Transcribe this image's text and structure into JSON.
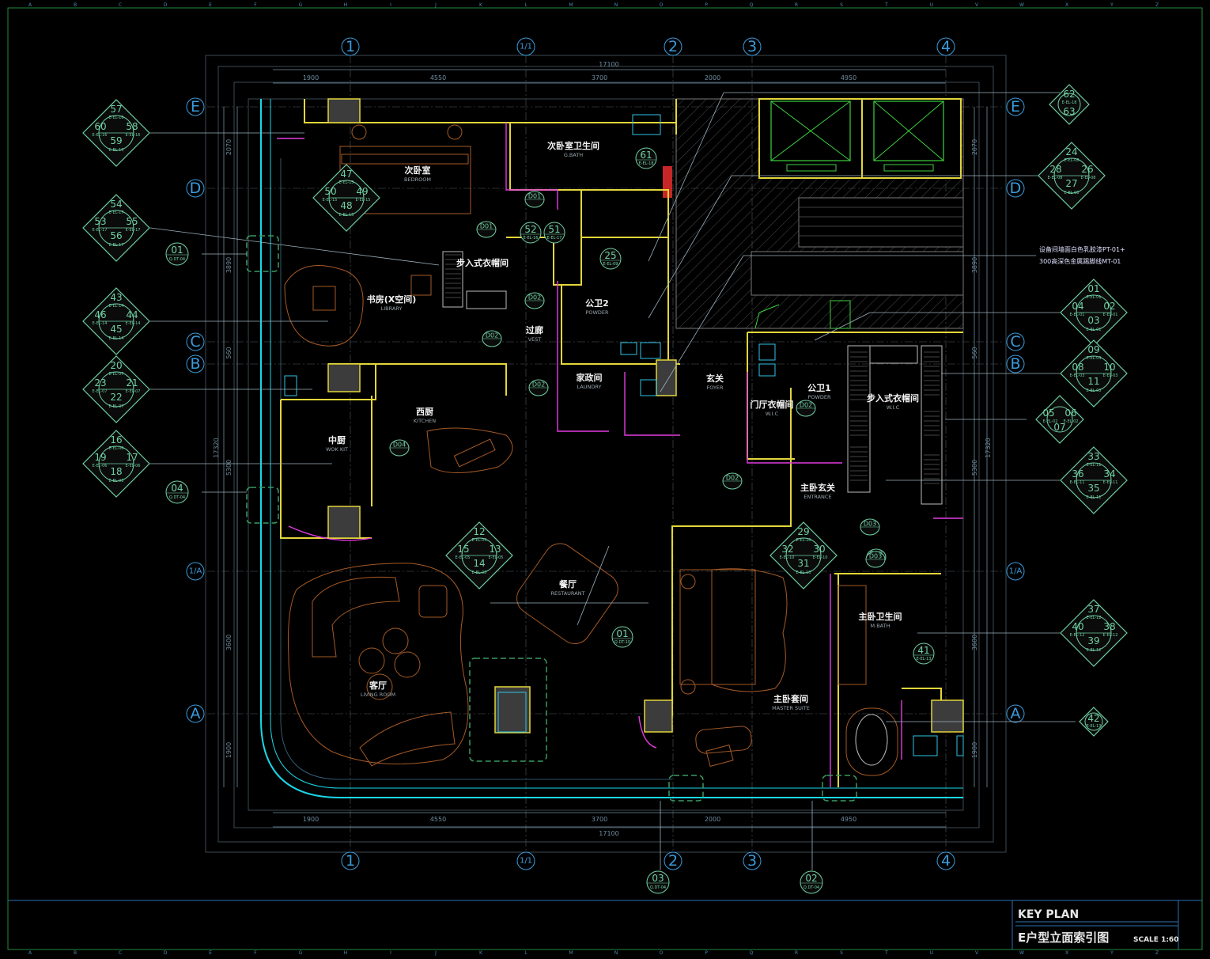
{
  "drawing": {
    "title": "KEY PLAN",
    "subtitle": "E户型立面索引图",
    "scale": "SCALE 1:60"
  },
  "grid": {
    "columns": [
      "1",
      "1/1",
      "2",
      "3",
      "4"
    ],
    "rows": [
      "E",
      "D",
      "C",
      "B",
      "1/A",
      "A"
    ]
  },
  "dimensions": {
    "overall": "17100",
    "overall_vertical": "17320",
    "horizontal": [
      "1900",
      "4550",
      "3700",
      "2000",
      "4950"
    ],
    "vertical_left": [
      "2070",
      "3890",
      "560",
      "5300",
      "3600",
      "1900"
    ],
    "vertical_right": [
      "2070",
      "3890",
      "560",
      "5300",
      "3600",
      "1900"
    ]
  },
  "rooms": [
    {
      "cn": "次卧室卫生间",
      "en": "G.BATH"
    },
    {
      "cn": "次卧室",
      "en": "BEDROOM"
    },
    {
      "cn": "步入式衣帽间",
      "en": ""
    },
    {
      "cn": "书房(X空间)",
      "en": "LIBRARY"
    },
    {
      "cn": "过廊",
      "en": "VEST"
    },
    {
      "cn": "公卫2",
      "en": "POWDER"
    },
    {
      "cn": "家政间",
      "en": "LAUNDRY"
    },
    {
      "cn": "西厨",
      "en": "KITCHEN"
    },
    {
      "cn": "中厨",
      "en": "WOK KIT"
    },
    {
      "cn": "玄关",
      "en": "FOYER"
    },
    {
      "cn": "门厅衣帽间",
      "en": "W.I.C"
    },
    {
      "cn": "公卫1",
      "en": "POWDER"
    },
    {
      "cn": "步入式衣帽间",
      "en": "W.I.C"
    },
    {
      "cn": "主卧玄关",
      "en": "ENTRANCE"
    },
    {
      "cn": "餐厅",
      "en": "RESTAURANT"
    },
    {
      "cn": "主卧卫生间",
      "en": "M.BATH"
    },
    {
      "cn": "客厅",
      "en": "LIVING ROOM"
    },
    {
      "cn": "主卧套间",
      "en": "MASTER SUITE"
    }
  ],
  "note": {
    "line1": "设备间墙面白色乳胶漆PT-01+",
    "line2": "300高深色金属踢脚线MT-01"
  },
  "index_tags": [
    {
      "nums": [
        "57",
        "60",
        "58",
        "59"
      ],
      "ref": "E-EL-16"
    },
    {
      "nums": [
        "54",
        "53",
        "55",
        "56"
      ],
      "ref": "E-EL-17"
    },
    {
      "nums": [
        "43",
        "46",
        "44",
        "45"
      ],
      "ref": "E-EL-14"
    },
    {
      "nums": [
        "20",
        "23",
        "21",
        "22"
      ],
      "ref": "E-EL-07"
    },
    {
      "nums": [
        "16",
        "19",
        "17",
        "18"
      ],
      "ref": "E-EL-06"
    },
    {
      "nums": [
        "47",
        "50",
        "49",
        "48"
      ],
      "ref": "E-EL-15"
    },
    {
      "nums": [
        "12",
        "15",
        "13",
        "14"
      ],
      "ref": "E-EL-05"
    },
    {
      "nums": [
        "29",
        "32",
        "30",
        "31"
      ],
      "ref": "E-EL-10"
    },
    {
      "nums": [
        "62",
        "63"
      ],
      "ref": "E-EL-18"
    },
    {
      "nums": [
        "24",
        "28",
        "26",
        "27"
      ],
      "ref": "E-EL-08"
    },
    {
      "nums": [
        "01",
        "04",
        "02",
        "03"
      ],
      "ref": "E-EL-01"
    },
    {
      "nums": [
        "09",
        "08",
        "10",
        "11"
      ],
      "ref": "E-EL-03"
    },
    {
      "nums": [
        "05",
        "06",
        "07"
      ],
      "ref": "E-EL-02"
    },
    {
      "nums": [
        "33",
        "36",
        "34",
        "35"
      ],
      "ref": "E-EL-11"
    },
    {
      "nums": [
        "37",
        "40",
        "38",
        "39"
      ],
      "ref": "E-EL-12"
    },
    {
      "nums": [
        "42"
      ],
      "ref": "E-EL-13"
    }
  ],
  "single_tags": [
    {
      "num": "61",
      "ref": "E-EL-18"
    },
    {
      "num": "52",
      "ref": "E-EL-16"
    },
    {
      "num": "51",
      "ref": "E-EL-17"
    },
    {
      "num": "25",
      "ref": "E-EL-09"
    },
    {
      "num": "41",
      "ref": "E-EL-13"
    },
    {
      "num": "01",
      "ref": "Q.DT-10"
    }
  ],
  "detail_tags": [
    {
      "num": "01",
      "ref": "Q.DT-04"
    },
    {
      "num": "04",
      "ref": "Q.DT-04"
    },
    {
      "num": "03",
      "ref": "Q.DT-04"
    },
    {
      "num": "02",
      "ref": "Q.DT-04"
    }
  ],
  "door_tags": [
    "D01",
    "D01",
    "D02",
    "D02",
    "D02",
    "D02",
    "D04",
    "D02",
    "D03",
    "D03",
    "D03"
  ],
  "edge_letters": [
    "A",
    "B",
    "C",
    "D",
    "E",
    "F",
    "G",
    "H",
    "I",
    "J",
    "K",
    "L",
    "M",
    "N",
    "O",
    "P",
    "Q",
    "R",
    "S",
    "T",
    "U",
    "V",
    "W",
    "X",
    "Y",
    "Z"
  ]
}
